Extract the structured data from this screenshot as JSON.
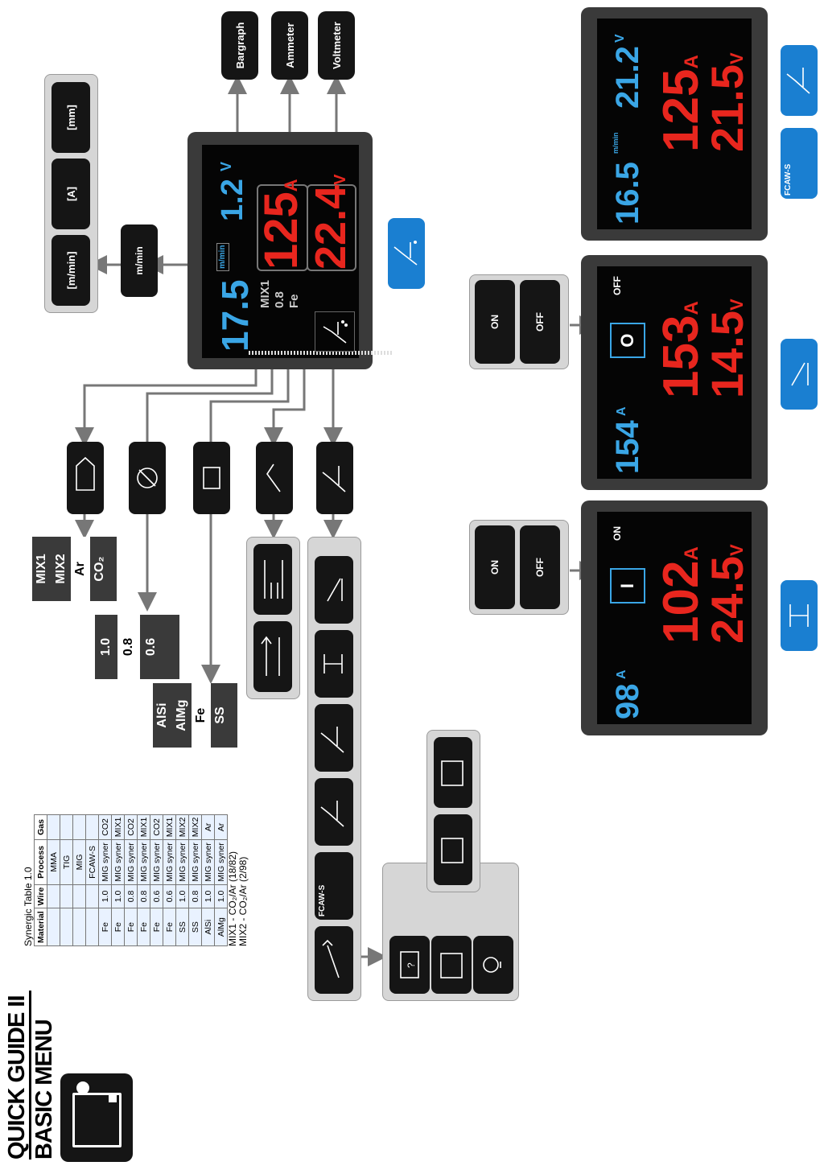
{
  "title": {
    "line1": "QUICK GUIDE II",
    "line2": "BASIC MENU"
  },
  "labels": {
    "bargraph": "Bargraph",
    "ammeter": "Ammeter",
    "voltmeter": "Voltmeter"
  },
  "main_display": {
    "wire_speed": "17.5",
    "wire_unit": "m/min",
    "volt_small": "1.2",
    "volt_small_unit": "V",
    "amps": "125",
    "amps_unit": "A",
    "volts": "22.4",
    "volts_unit": "V",
    "gas": "MIX1",
    "diameter": "0.8",
    "material": "Fe"
  },
  "speed_unit_menu": {
    "selected": "m/min",
    "options": [
      "[m/min]",
      "[A]",
      "[mm]"
    ]
  },
  "gas_options": [
    "MIX1",
    "MIX2",
    "Ar",
    "CO₂"
  ],
  "wire_options": [
    "1.0",
    "0.8",
    "0.6"
  ],
  "material_options": [
    "AlSi",
    "AlMg",
    "Fe",
    "SS"
  ],
  "process_menu": {
    "fcaw_label": "FCAW-S"
  },
  "synergic_table": {
    "title": "Synergic Table 1.0",
    "headers": [
      "Material",
      "Wire",
      "Process",
      "Gas"
    ],
    "rows": [
      [
        "",
        "",
        "MMA",
        ""
      ],
      [
        "",
        "",
        "TIG",
        ""
      ],
      [
        "",
        "",
        "MIG",
        ""
      ],
      [
        "",
        "",
        "FCAW-S",
        ""
      ],
      [
        "Fe",
        "1.0",
        "MIG syner",
        "CO2"
      ],
      [
        "Fe",
        "1.0",
        "MIG syner",
        "MIX1"
      ],
      [
        "Fe",
        "0.8",
        "MIG syner",
        "CO2"
      ],
      [
        "Fe",
        "0.8",
        "MIG syner",
        "MIX1"
      ],
      [
        "Fe",
        "0.6",
        "MIG syner",
        "CO2"
      ],
      [
        "Fe",
        "0.6",
        "MIG syner",
        "MIX1"
      ],
      [
        "SS",
        "1.0",
        "MIG syner",
        "MIX2"
      ],
      [
        "SS",
        "0.8",
        "MIG syner",
        "MIX2"
      ],
      [
        "AlSi",
        "1.0",
        "MIG syner",
        "Ar"
      ],
      [
        "AlMg",
        "1.0",
        "MIG syner",
        "Ar"
      ]
    ],
    "notes": [
      "MIX1 - CO₂/Ar (18/82)",
      "MIX2 - CO₂/Ar (2/98)"
    ]
  },
  "screens": {
    "fcaw": {
      "wire_speed": "16.5",
      "wire_unit": "m/min",
      "volt_small": "21.2",
      "volt_small_unit": "V",
      "amps": "125",
      "amps_unit": "A",
      "volts": "21.5",
      "volts_unit": "V"
    },
    "mma": {
      "amps_small": "154",
      "amps_small_unit": "A",
      "amps": "153",
      "amps_unit": "A",
      "volts": "14.5",
      "volts_unit": "V",
      "switch_state": "OFF"
    },
    "tig": {
      "amps_small": "98",
      "amps_small_unit": "A",
      "amps": "102",
      "amps_unit": "A",
      "volts": "24.5",
      "volts_unit": "V",
      "switch_state": "ON"
    }
  },
  "switch": {
    "on_label": "ON",
    "off_label": "OFF",
    "on_glyph": "I",
    "off_glyph": "O"
  },
  "fcaw_btn_label": "FCAW-S",
  "colors": {
    "blue": "#3aa6e6",
    "red": "#e8261e",
    "button_blue": "#1a7fd1",
    "panel": "#3a3a3a"
  }
}
